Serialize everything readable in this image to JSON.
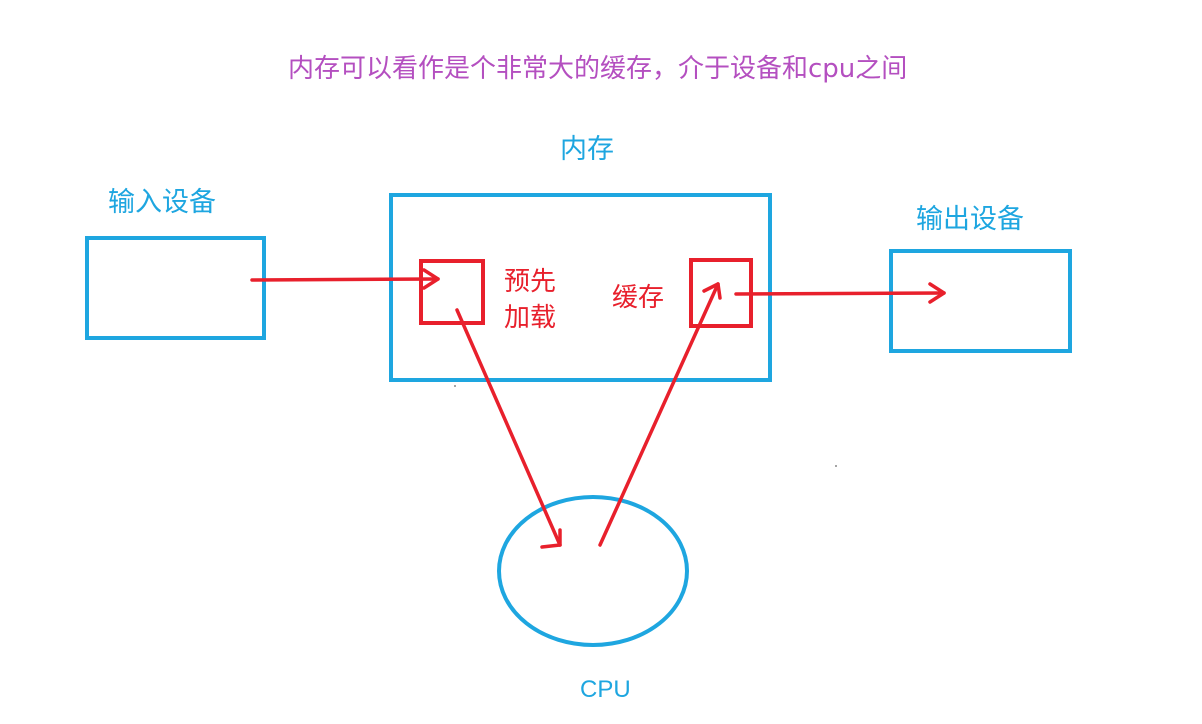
{
  "title": "内存可以看作是个非常大的缓存，介于设备和cpu之间",
  "nodes": {
    "input_device": {
      "label": "输入设备"
    },
    "memory": {
      "label": "内存"
    },
    "output_device": {
      "label": "输出设备"
    },
    "cpu": {
      "label": "CPU"
    },
    "preload": {
      "label_line1": "预先",
      "label_line2": "加载"
    },
    "cache": {
      "label": "缓存"
    }
  },
  "colors": {
    "title": "#b44fc0",
    "device": "#1ea6e0",
    "cache_path": "#e8202c"
  }
}
